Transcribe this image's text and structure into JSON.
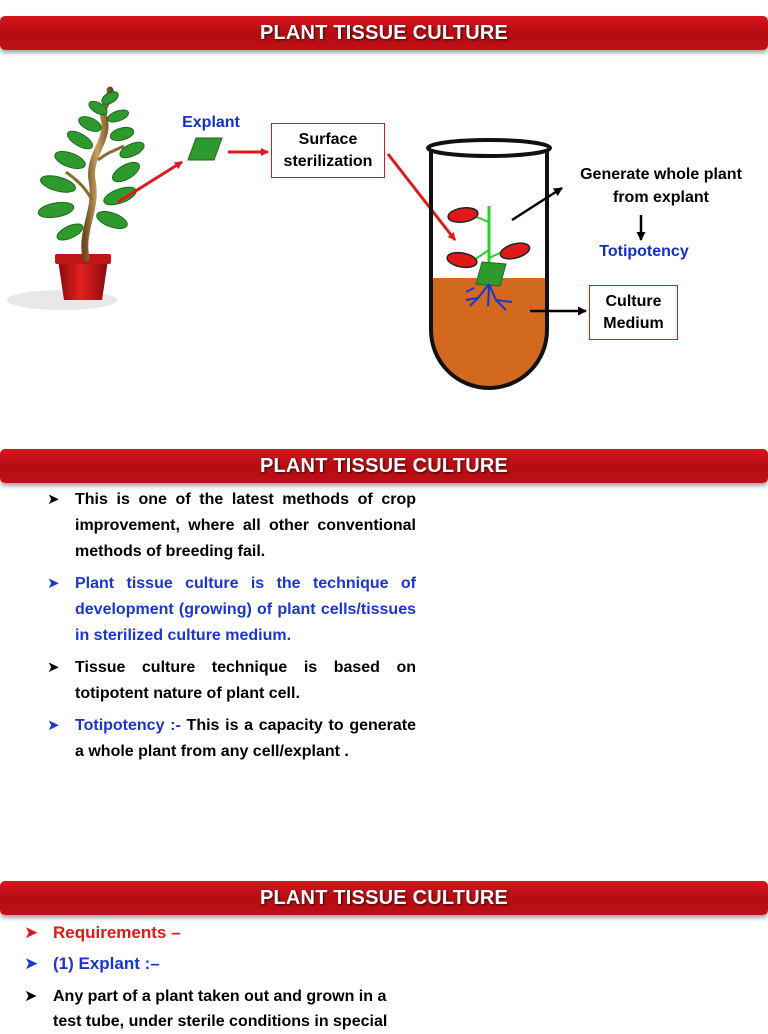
{
  "slide1": {
    "title": "PLANT TISSUE CULTURE",
    "explant_label": "Explant",
    "surface_label_1": "Surface",
    "surface_label_2": "sterilization",
    "generate_label_1": "Generate whole plant",
    "generate_label_2": "from explant",
    "totipotency_label": "Totipotency",
    "culture_label_1": "Culture",
    "culture_label_2": "Medium"
  },
  "slide2": {
    "title": "PLANT TISSUE CULTURE",
    "bullets": [
      {
        "text": "This is one of the latest methods of crop improvement, where all other conventional methods of breeding fail."
      },
      {
        "text": "Plant tissue culture is the technique of development (growing) of plant cells/tissues in sterilized culture medium."
      },
      {
        "text": "Tissue culture technique is based on totipotent nature of plant cell."
      },
      {
        "term": "Totipotency :-",
        "text": " This is a capacity to generate a whole plant from any cell/explant ."
      }
    ]
  },
  "slide3": {
    "title": "PLANT TISSUE CULTURE",
    "requirements": "Requirements –",
    "explant": "(1) Explant :–",
    "body": "Any part of a plant taken out and grown in a test tube, under sterile conditions in special"
  },
  "colors": {
    "banner_red": "#c8131a",
    "accent_blue": "#1a36d0",
    "medium_orange": "#d2691e",
    "leaf_green": "#2e9a2e"
  },
  "icons": [
    "bullet-arrow-icon",
    "plant-pot-icon",
    "test-tube-icon"
  ]
}
